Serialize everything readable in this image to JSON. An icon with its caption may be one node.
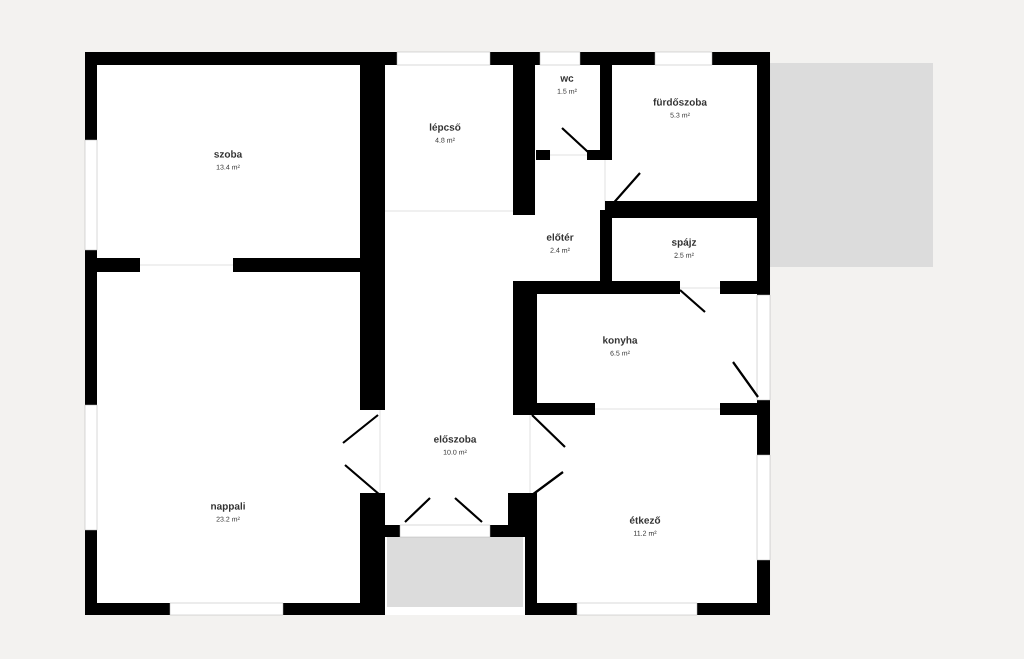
{
  "diagram": {
    "nodes": [
      {
        "text": [
          "szoba",
          "13.4 m²"
        ]
      },
      {
        "text": [
          "lépcső",
          "4.8 m²"
        ]
      },
      {
        "text": [
          "wc",
          "1.5 m²"
        ]
      },
      {
        "text": [
          "fürdőszoba",
          "5.3 m²"
        ]
      },
      {
        "text": [
          "előtér",
          "2.4 m²"
        ]
      },
      {
        "text": [
          "spájz",
          "2.5 m²"
        ]
      },
      {
        "text": [
          "konyha",
          "6.5 m²"
        ]
      },
      {
        "text": [
          "előszoba",
          "10.0 m²"
        ]
      },
      {
        "text": [
          "nappali",
          "23.2 m²"
        ]
      },
      {
        "text": [
          "étkező",
          "11.2 m²"
        ]
      }
    ]
  }
}
